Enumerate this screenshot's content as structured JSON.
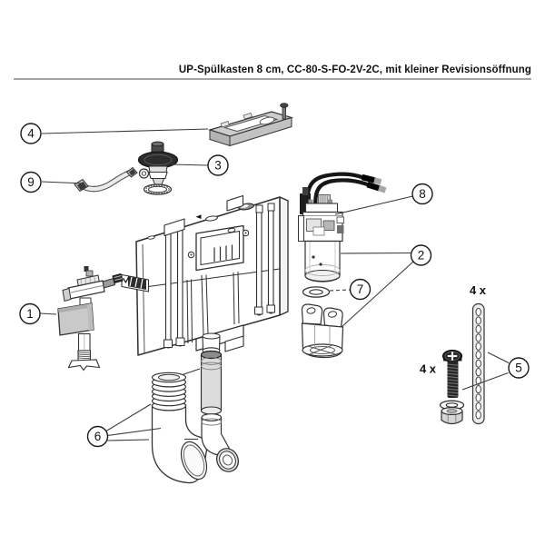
{
  "page": {
    "title": "UP-Spülkasten 8 cm, CC-80-S-FO-2V-2C, mit kleiner Revisionsöffnung"
  },
  "diagram": {
    "kind": "exploded-parts-diagram",
    "callouts": [
      {
        "number": "1"
      },
      {
        "number": "2"
      },
      {
        "number": "3"
      },
      {
        "number": "4"
      },
      {
        "number": "5"
      },
      {
        "number": "6"
      },
      {
        "number": "7"
      },
      {
        "number": "8"
      },
      {
        "number": "9"
      }
    ],
    "quantity_labels": [
      {
        "text": "4 x"
      },
      {
        "text": "4 x"
      }
    ],
    "colors": {
      "line": "#2f2f2f",
      "grey_fill": "#c9c9c9",
      "dark_fill": "#2d2d2d",
      "rule": "#a3a3a3"
    }
  }
}
